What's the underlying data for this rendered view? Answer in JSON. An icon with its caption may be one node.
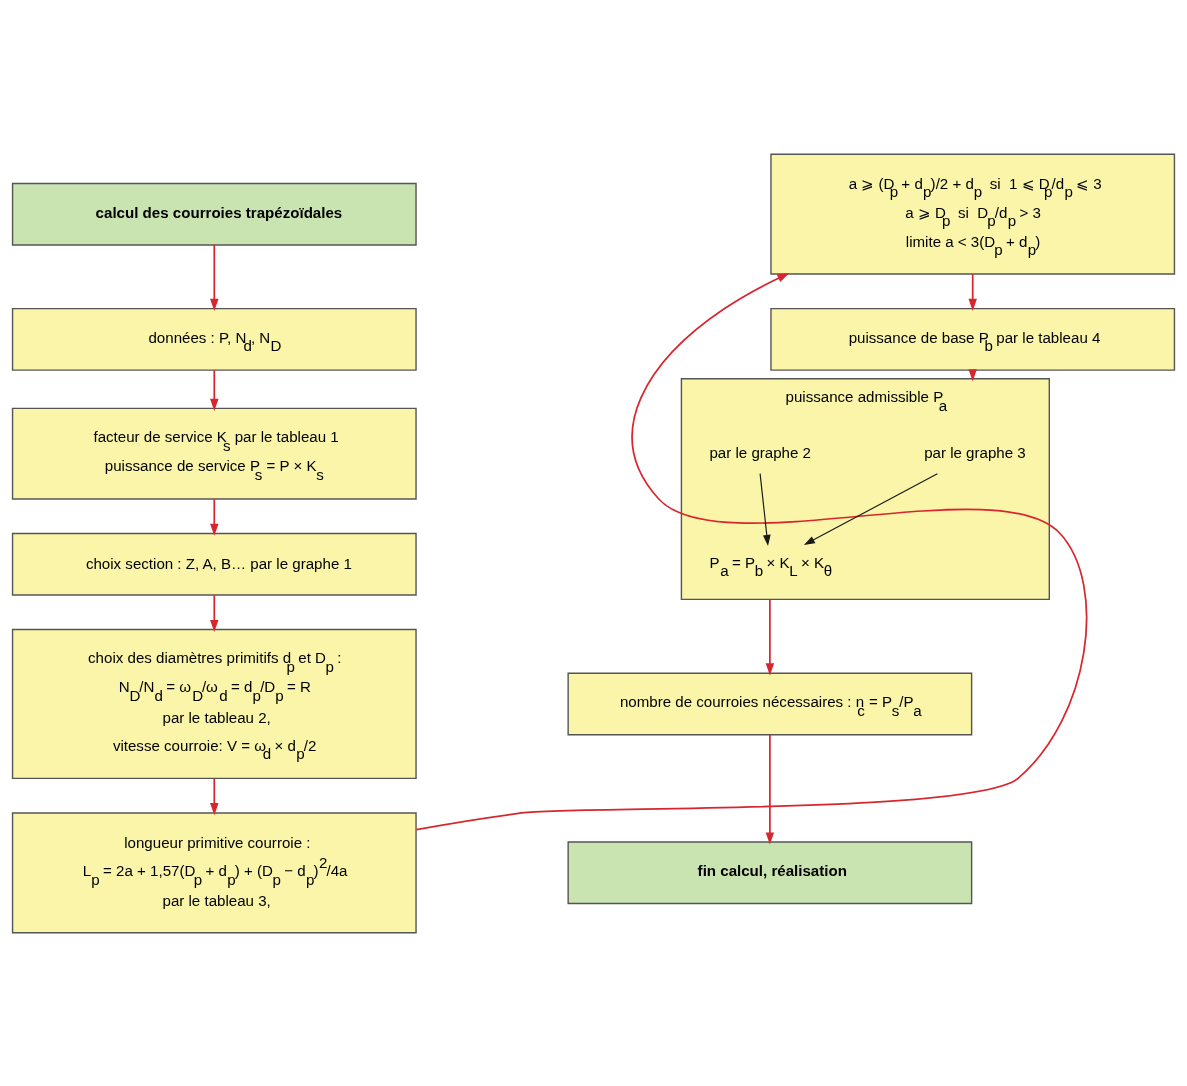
{
  "diagram": {
    "nodes": [
      {
        "text": [
          "calcul des courroies trapézoïdales"
        ]
      },
      {
        "text": [
          "données : P, N$_{d}$, N$_{D}$"
        ]
      },
      {
        "text": [
          "facteur de service K$_{s}$ par le tableau 1",
          "puissance de service P$_{s}$ = P × K$_{s}$"
        ]
      },
      {
        "text": [
          "choix section : Z, A, B… par le graphe 1"
        ]
      },
      {
        "text": [
          "choix des diamètres primitifs d$_{p}$ et D$_{p}$ :",
          "N$_{D}$/N$_{d}$ = ω$_{D}$/ω$_{d}$ = d$_{p}$/D$_{p}$ = R",
          "par le tableau 2,",
          "vitesse courroie: V = ω$_{d}$ × d$_{p}$/2"
        ]
      },
      {
        "text": [
          "longueur primitive courroie :",
          "L$_{p}$ = 2a + 1,57(D$_{p}$ + d$_{p}$) + (D$_{p}$ − d$_{p}$)$^{2}$/4a",
          "par le tableau 3,"
        ]
      },
      {
        "text": [
          "a ⩾ (D$_{p}$ + d$_{p}$)/2 + d$_{p}$  si  1 ⩽ D$_{p}$/d$_{p}$ ⩽ 3",
          "a ⩾ D$_{p}$  si  D$_{p}$/d$_{p}$ > 3",
          "limite a < 3(D$_{p}$ + d$_{p}$)"
        ]
      },
      {
        "text": [
          "puissance de base P$_{b}$ par le tableau 4"
        ]
      },
      {
        "text": [
          "puissance admissible P$_{a}$"
        ]
      },
      {
        "text": [
          "P$_{a}$ = P$_{b}$ × K$_{L}$ × K$_{θ}$"
        ],
        "in": 8
      },
      {
        "text": [
          "par le graphe 3"
        ],
        "in": 8
      },
      {
        "text": [
          "par le graphe 2"
        ],
        "in": 8
      },
      {
        "text": [
          "nombre de courroies nécessaires : n$_{c}$ = P$_{s}$/P$_{a}$"
        ]
      },
      {
        "text": [
          "fin calcul, réalisation"
        ]
      }
    ],
    "edges": [
      {
        "from": 0,
        "to": 1,
        "arrow": "to"
      },
      {
        "from": 1,
        "to": 2,
        "arrow": "to"
      },
      {
        "from": 2,
        "to": 3,
        "arrow": "to"
      },
      {
        "from": 3,
        "to": 4,
        "arrow": "to"
      },
      {
        "from": 4,
        "to": 5,
        "arrow": "to"
      },
      {
        "from": 5,
        "to": 6,
        "arrow": "to"
      },
      {
        "from": 6,
        "to": 7,
        "arrow": "to"
      },
      {
        "from": 7,
        "to": 8,
        "arrow": "to"
      },
      {
        "from": 10,
        "to": 9,
        "arrow": "to",
        "color": "#1a1a1a"
      },
      {
        "from": 11,
        "to": 9,
        "arrow": "to",
        "color": "#1a1a1a"
      },
      {
        "from": 8,
        "to": 12,
        "arrow": "to"
      },
      {
        "from": 12,
        "to": 13,
        "arrow": "to"
      }
    ]
  }
}
